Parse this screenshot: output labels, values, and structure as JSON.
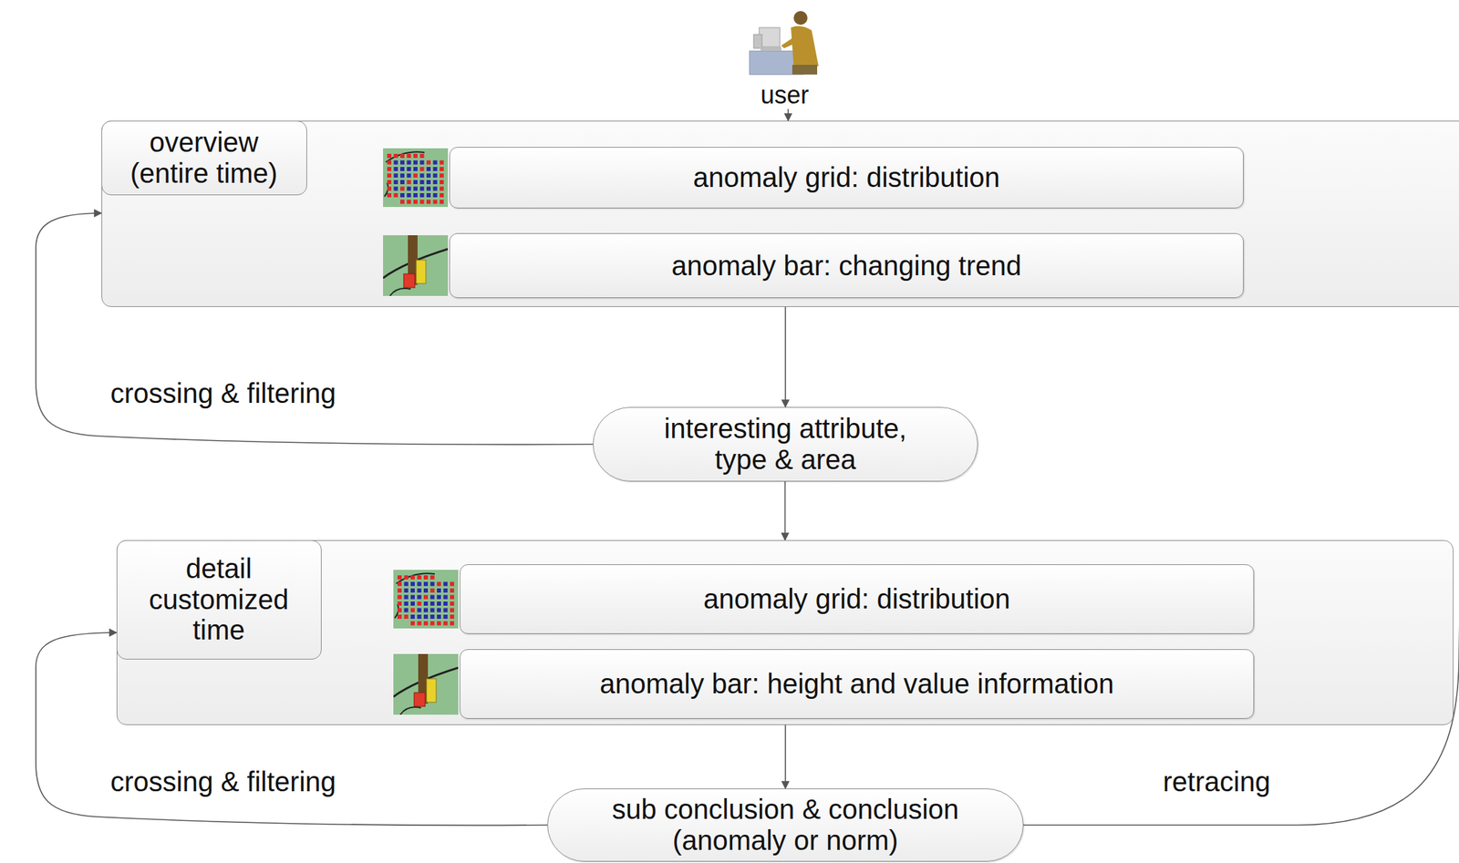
{
  "diagram": {
    "nodes": [
      {
        "text": [
          "user"
        ]
      },
      {
        "text": [
          "overview (entire time)"
        ]
      },
      {
        "text": [
          "anomaly grid: distribution"
        ],
        "in": 1
      },
      {
        "text": [
          "anomaly bar: changing trend"
        ],
        "in": 1
      },
      {
        "text": [
          "interesting attribute, type & area"
        ]
      },
      {
        "text": [
          "detail customized time"
        ]
      },
      {
        "text": [
          "anomaly grid: distribution"
        ],
        "in": 5
      },
      {
        "text": [
          "anomaly bar: height and value information"
        ],
        "in": 5
      },
      {
        "text": [
          "sub conclusion & conclusion (anomaly or norm)"
        ]
      }
    ],
    "edges": [
      {
        "from": 0,
        "to": 1,
        "arrow": "to"
      },
      {
        "from": 1,
        "to": 4,
        "arrow": "to"
      },
      {
        "from": 4,
        "to": 1,
        "label": "crossing & filtering",
        "arrow": "to"
      },
      {
        "from": 4,
        "to": 5,
        "arrow": "to"
      },
      {
        "from": 5,
        "to": 8,
        "arrow": "to"
      },
      {
        "from": 8,
        "to": 5,
        "label": "crossing & filtering",
        "arrow": "to"
      },
      {
        "from": 8,
        "to": 1,
        "label": "retracing",
        "arrow": "none"
      }
    ]
  }
}
